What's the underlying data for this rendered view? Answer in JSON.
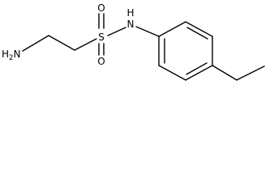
{
  "molecule": {
    "atoms": {
      "amine": {
        "main": "H",
        "sub": "2",
        "tail": "N"
      },
      "sulfur": "S",
      "oxygen_top": "O",
      "oxygen_bottom": "O",
      "amide_nitrogen": "N",
      "amide_hydrogen": "H"
    },
    "bond_color": "#000000",
    "label_color": "#000000"
  }
}
